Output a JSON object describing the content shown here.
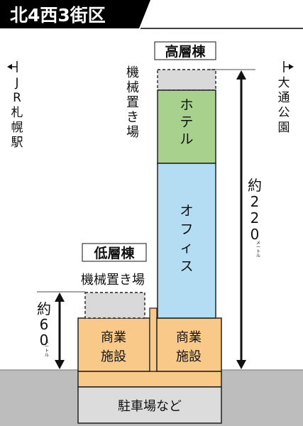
{
  "title": "北4西3街区",
  "labels": {
    "high_rise": "高層棟",
    "low_rise": "低層棟",
    "machinery_vertical": "機械置き場",
    "machinery_horizontal": "機械置き場",
    "hotel": "ホテル",
    "office": "オフィス",
    "commercial_left": "商業施設",
    "commercial_right": "商業施設",
    "parking": "駐車場など",
    "jr_station": "JR札幌駅",
    "odori_park": "大通公園",
    "height_high": "約220",
    "height_low": "約60",
    "unit": "メートル"
  },
  "colors": {
    "hotel": "#a8d18d",
    "office": "#b4dcf2",
    "commercial": "#f9c98a",
    "parking": "#dcdcdc",
    "ground": "#bdbdbd",
    "machinery": "#d9d9d9",
    "header": "#000000"
  }
}
